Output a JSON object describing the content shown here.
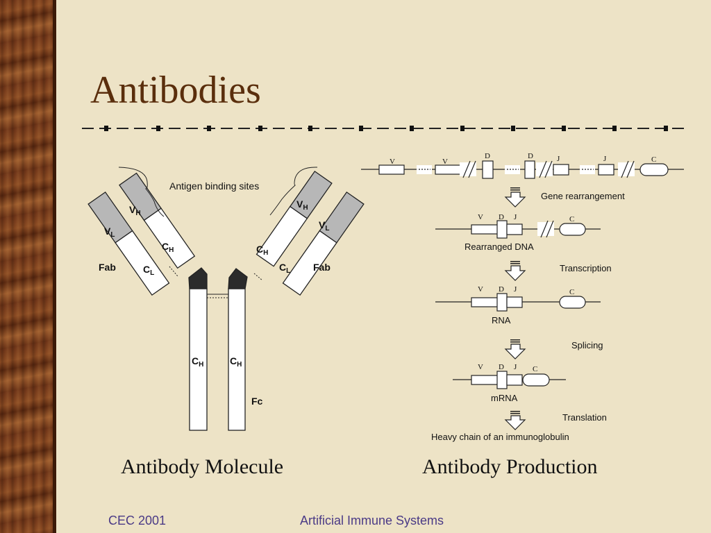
{
  "slide": {
    "title": "Antibodies",
    "caption_left": "Antibody Molecule",
    "caption_right": "Antibody Production",
    "footer_left": "CEC 2001",
    "footer_center": "Artificial Immune Systems"
  },
  "molecule": {
    "binding_label": "Antigen binding sites",
    "fab_label": "Fab",
    "fc_label": "Fc",
    "vh": "V",
    "vh_sub": "H",
    "vl": "V",
    "vl_sub": "L",
    "ch": "C",
    "ch_sub": "H",
    "cl": "C",
    "cl_sub": "L"
  },
  "production": {
    "gene_letters": {
      "v": "V",
      "d": "D",
      "j": "J",
      "c": "C"
    },
    "step_gene": "Gene rearrangement",
    "rearranged_dna": "Rearranged DNA",
    "step_transcription": "Transcription",
    "rna": "RNA",
    "step_splicing": "Splicing",
    "mrna": "mRNA",
    "step_translation": "Translation",
    "result": "Heavy chain of an immunoglobulin"
  },
  "colors": {
    "background": "#ede3c6",
    "title": "#5a2e0c",
    "footer": "#4a3a86",
    "variable_domain": "#b7b7b7",
    "hinge": "#2b2b2b"
  }
}
